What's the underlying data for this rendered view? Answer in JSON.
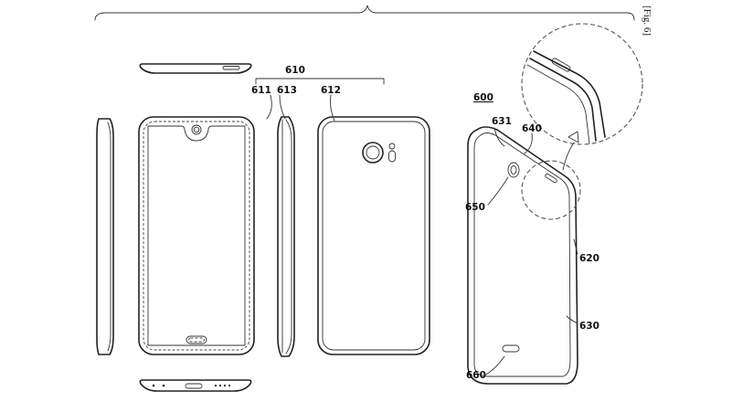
{
  "figure": {
    "fig_label": "[Fig. 6]",
    "labels": {
      "l600": "600",
      "l610": "610",
      "l611": "611",
      "l612": "612",
      "l613": "613",
      "l620": "620",
      "l630": "630",
      "l631": "631",
      "l640": "640",
      "l650": "650",
      "l660": "660"
    }
  }
}
